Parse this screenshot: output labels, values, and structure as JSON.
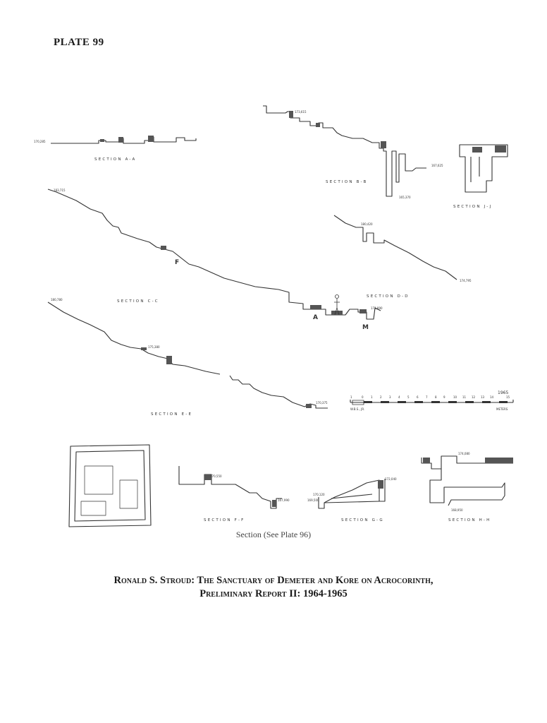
{
  "plate_label": "PLATE 99",
  "sections": {
    "aa": "SECTION A-A",
    "bb": "SECTION B-B",
    "jj": "SECTION J-J",
    "cc": "SECTION C-C",
    "dd": "SECTION D-D",
    "ee": "SECTION E-E",
    "ff": "SECTION F-F",
    "gg": "SECTION G-G",
    "hh": "SECTION H-H"
  },
  "elevations": {
    "e1": "170,285",
    "e2": "173,615",
    "e3": "167,625",
    "e4": "165,370",
    "e5": "183,715",
    "e6": "180,420",
    "e7": "174,795",
    "e8": "180,780",
    "e9": "171,890",
    "e10": "175,380",
    "e11": "170,375",
    "e12": "170,550",
    "e13": "167,990",
    "e14": "170,120",
    "e15": "169,500",
    "e16": "172,040",
    "e17": "174,080",
    "e18": "168,950"
  },
  "markers": {
    "a": "A",
    "f": "F",
    "m": "M"
  },
  "scale": {
    "year": "1965",
    "ticks": [
      "1",
      "0",
      "1",
      "2",
      "3",
      "4",
      "5",
      "6",
      "7",
      "8",
      "9",
      "10",
      "11",
      "12",
      "13",
      "14",
      "15"
    ],
    "author": "W.B.S., JR.",
    "unit": "METERS"
  },
  "caption": "Section (See Plate 96)",
  "citation": {
    "line1": "Ronald S. Stroud: The Sanctuary of Demeter and Kore on Acrocorinth,",
    "line2": "Preliminary Report II: 1964-1965"
  }
}
